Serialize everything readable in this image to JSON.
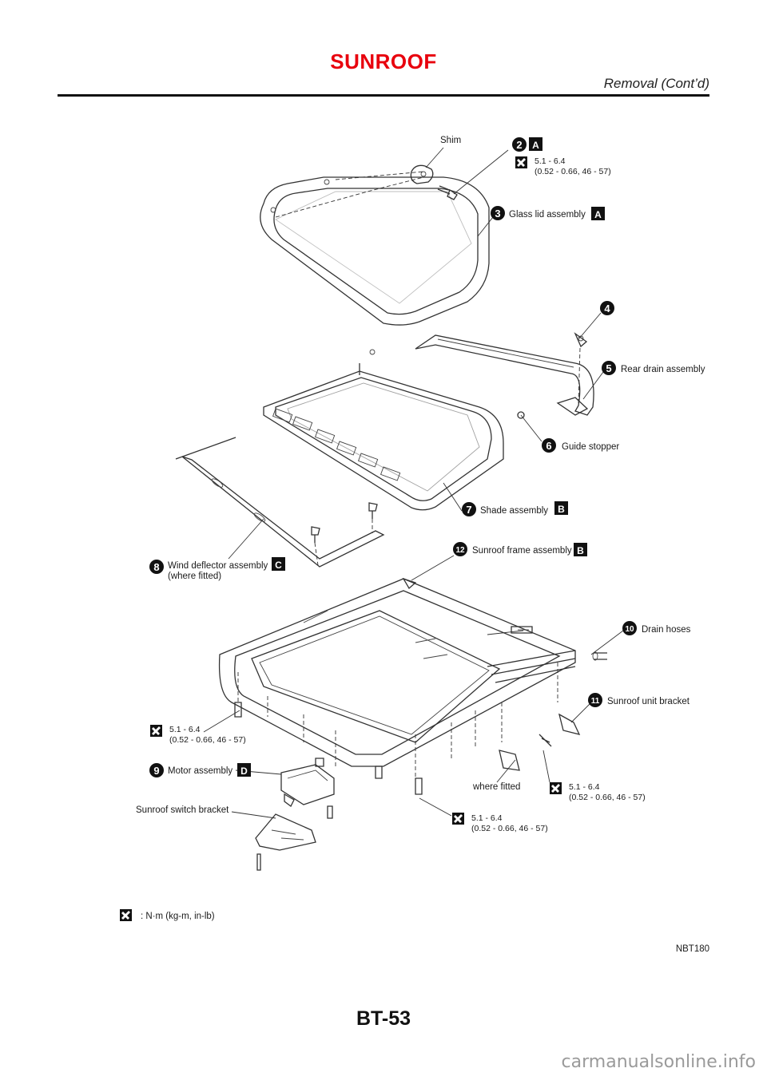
{
  "header": {
    "title": "SUNROOF",
    "subtitle": "Removal (Cont’d)"
  },
  "diagram": {
    "figure_id": "NBT180",
    "legend_text": ": N·m (kg-m, in-lb)",
    "parts": [
      {
        "number": "2",
        "ref": "A",
        "label": ""
      },
      {
        "number": "3",
        "ref": "A",
        "label": "Glass lid assembly"
      },
      {
        "number": "4",
        "ref": "",
        "label": ""
      },
      {
        "number": "5",
        "ref": "",
        "label": "Rear drain assembly"
      },
      {
        "number": "6",
        "ref": "",
        "label": "Guide stopper"
      },
      {
        "number": "7",
        "ref": "B",
        "label": "Shade assembly"
      },
      {
        "number": "8",
        "ref": "C",
        "label": "Wind deflector assembly",
        "sub": "(where fitted)"
      },
      {
        "number": "9",
        "ref": "D",
        "label": "Motor assembly"
      },
      {
        "number": "10",
        "ref": "",
        "label": "Drain hoses"
      },
      {
        "number": "11",
        "ref": "",
        "label": "Sunroof unit bracket"
      },
      {
        "number": "12",
        "ref": "B",
        "label": "Sunroof frame assembly"
      }
    ],
    "other_labels": {
      "shim": "Shim",
      "sunroof_switch_bracket": "Sunroof switch bracket",
      "where_fitted": "where fitted"
    },
    "torque": {
      "value": "5.1 - 6.4",
      "units": "(0.52 - 0.66, 46 - 57)"
    }
  },
  "footer": {
    "page_number": "BT-53",
    "watermark": "carmanualsonline.info"
  }
}
